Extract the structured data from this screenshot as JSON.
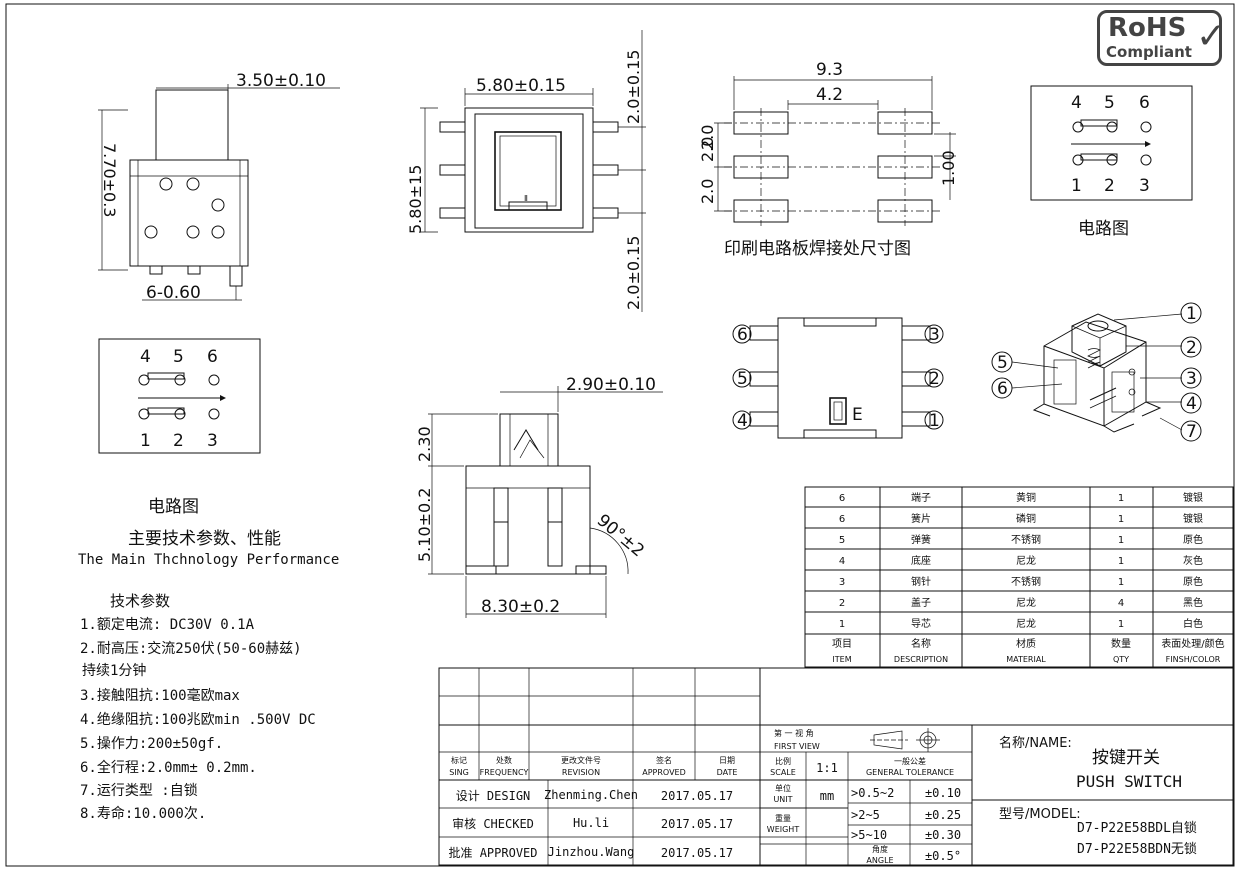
{
  "rohs": {
    "line1": "RoHS",
    "line2": "Compliant",
    "check": "✓"
  },
  "side_view": {
    "top_dim": "3.50±0.10",
    "height_dim": "7.70±0.3",
    "pin_dim": "6-0.60"
  },
  "circuit_left": {
    "top_nums": [
      "4",
      "5",
      "6"
    ],
    "bottom_nums": [
      "1",
      "2",
      "3"
    ],
    "caption": "电路图"
  },
  "specs": {
    "title_cn": "主要技术参数、性能",
    "title_en": "The Main Thchnology Performance",
    "header": "技术参数",
    "items": [
      "1.额定电流: DC30V  0.1A",
      "2.耐高压:交流250伏(50-60赫兹)",
      "持续1分钟",
      "3.接触阻抗:100毫欧max",
      "4.绝缘阻抗:100兆欧min .500V DC",
      "5.操作力:200±50gf.",
      "6.全行程:2.0mm± 0.2mm.",
      "7.运行类型 :自锁",
      "8.寿命:10.000次."
    ]
  },
  "top_view": {
    "width_dim": "5.80±0.15",
    "height_dim": "5.80±15",
    "right_top": "2.0±0.15",
    "right_bottom": "2.0±0.15"
  },
  "front_view": {
    "width_dim": "2.90±0.10",
    "height_top": "2.30",
    "height_bottom": "5.10±0.2",
    "base_dim": "8.30±0.2",
    "angle": "90°±2"
  },
  "pcb": {
    "outer": "9.3",
    "inner": "4.2",
    "left_a": "2.0",
    "left_b": "2.0",
    "left_c": "2.0",
    "right": "1.00",
    "caption": "印刷电路板焊接处尺寸图"
  },
  "circuit_right": {
    "top_nums": [
      "4",
      "5",
      "6"
    ],
    "bottom_nums": [
      "1",
      "2",
      "3"
    ],
    "caption": "电路图"
  },
  "bottom_view": {
    "left_nums": [
      "6",
      "5",
      "4"
    ],
    "right_nums": [
      "3",
      "2",
      "1"
    ],
    "mark": "E"
  },
  "iso_view": {
    "right_nums": [
      "1",
      "2",
      "3",
      "4",
      "7"
    ],
    "left_nums": [
      "5",
      "6"
    ]
  },
  "bom": {
    "rows": [
      [
        "6",
        "端子",
        "黄铜",
        "1",
        "镀银"
      ],
      [
        "6",
        "簧片",
        "磷铜",
        "1",
        "镀银"
      ],
      [
        "5",
        "弹簧",
        "不锈钢",
        "1",
        "原色"
      ],
      [
        "4",
        "底座",
        "尼龙",
        "1",
        "灰色"
      ],
      [
        "3",
        "钢针",
        "不锈钢",
        "1",
        "原色"
      ],
      [
        "2",
        "盖子",
        "尼龙",
        "4",
        "黑色"
      ],
      [
        "1",
        "导芯",
        "尼龙",
        "1",
        "白色"
      ]
    ],
    "headers_cn": [
      "项目",
      "名称",
      "材质",
      "数量",
      "表面处理/颜色"
    ],
    "headers_en": [
      "ITEM",
      "DESCRIPTION",
      "MATERIAL",
      "QTY",
      "FINSH/COLOR"
    ]
  },
  "title_block": {
    "col_cn": [
      "标记",
      "处数",
      "更改文件号",
      "签名",
      "日期"
    ],
    "col_en": [
      "SING",
      "FREQUENCY",
      "REVISION",
      "APPROVED",
      "DATE"
    ],
    "rows": [
      {
        "role": "设计 DESIGN",
        "name": "Zhenming.Chen",
        "date": "2017.05.17"
      },
      {
        "role": "审核 CHECKED",
        "name": "Hu.li",
        "date": "2017.05.17"
      },
      {
        "role": "批准 APPROVED",
        "name": "Jinzhou.Wang",
        "date": "2017.05.17"
      }
    ],
    "view_cn": "第 一 视 角",
    "view_en": "FIRST VIEW",
    "scale_cn": "比例",
    "scale_en": "SCALE",
    "scale": "1:1",
    "tol_cn": "一般公差",
    "tol_en": "GENERAL TOLERANCE",
    "unit_cn": "单位",
    "unit_en": "UNIT",
    "unit": "mm",
    "weight_cn": "重量",
    "weight_en": "WEIGHT",
    "angle_cn": "角度",
    "angle_en": "ANGLE",
    "tol_rows": [
      [
        "0.5~2",
        "±0.10"
      ],
      [
        "2~5",
        "±0.25"
      ],
      [
        "5~10",
        "±0.30"
      ]
    ],
    "angle_tol": "±0.5°",
    "name_label": "名称/NAME:",
    "name_cn": "按键开关",
    "name_en": "PUSH SWITCH",
    "model_label": "型号/MODEL:",
    "model_1": "D7-P22E58BDL自锁",
    "model_2": "D7-P22E58BDN无锁"
  }
}
